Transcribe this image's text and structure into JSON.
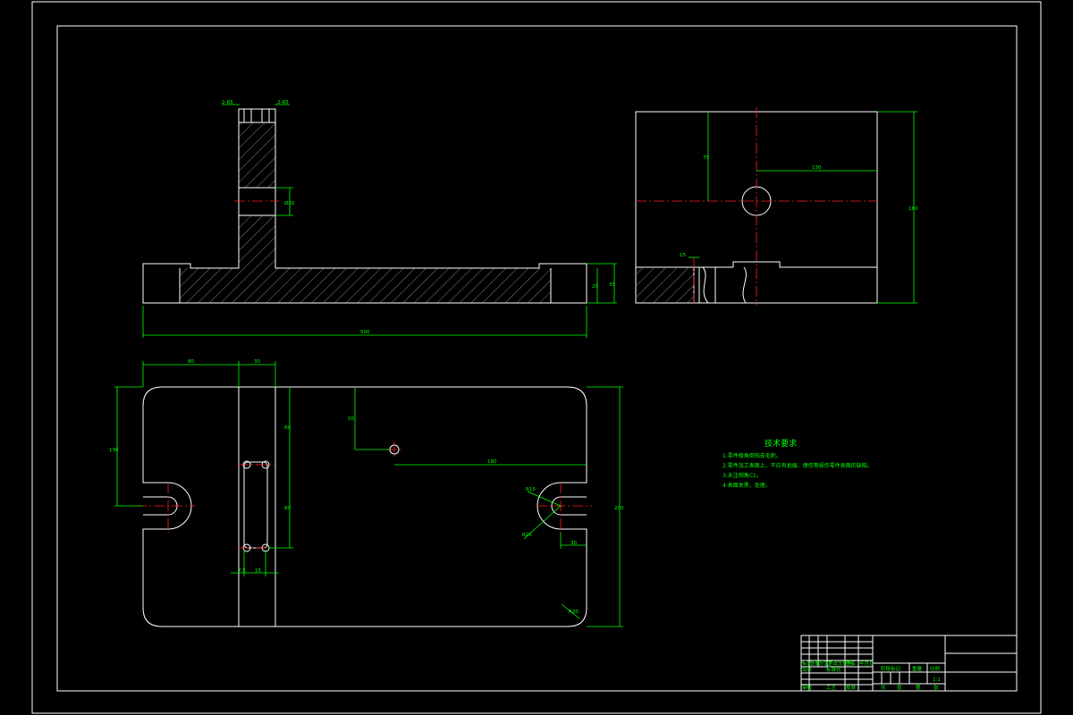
{
  "drawing": {
    "dimensions": {
      "slot_left": "2-R5",
      "slot_right": "2-R5",
      "bore_dia": "Ø20",
      "overall_length": "500",
      "base_height": "20",
      "total_height_front": "35",
      "side_top_offset": "75",
      "side_hole_horizontal": "130",
      "side_height": "160",
      "side_small": "15",
      "plan_left_width": "80",
      "plan_strip_width": "30",
      "plan_left_height": "130",
      "plan_hole_top": "50",
      "plan_hole_right": "180",
      "plan_strip_upper": "60",
      "plan_strip_lower": "80",
      "plan_bottom_a": "7.5",
      "plan_bottom_b": "15",
      "plan_total_height": "200",
      "slot_radius_a": "R15",
      "slot_radius_b": "R25",
      "slot_right_offset": "30",
      "corner_radius": "R20"
    },
    "notes": {
      "title": "技术要求",
      "lines": [
        "1.零件棱角倒钝去毛刺。",
        "2.零件加工表面上，不应有划痕、擦伤等损伤零件表面的缺陷。",
        "3.未注倒角C1。",
        "4.表面发黑，处理。"
      ]
    },
    "title_block": {
      "labels": [
        "标记",
        "处数",
        "分区",
        "更改文件号",
        "签名",
        "年月日",
        "设计",
        "标准化",
        "阶段标记",
        "重量",
        "比例",
        "审核",
        "工艺",
        "批准",
        "共",
        "张",
        "第",
        "张"
      ],
      "scale": "1:1"
    },
    "colors": {
      "background": "#000000",
      "outline": "#ffffff",
      "dimension": "#00ff00",
      "centerline": "#ff2020"
    }
  }
}
